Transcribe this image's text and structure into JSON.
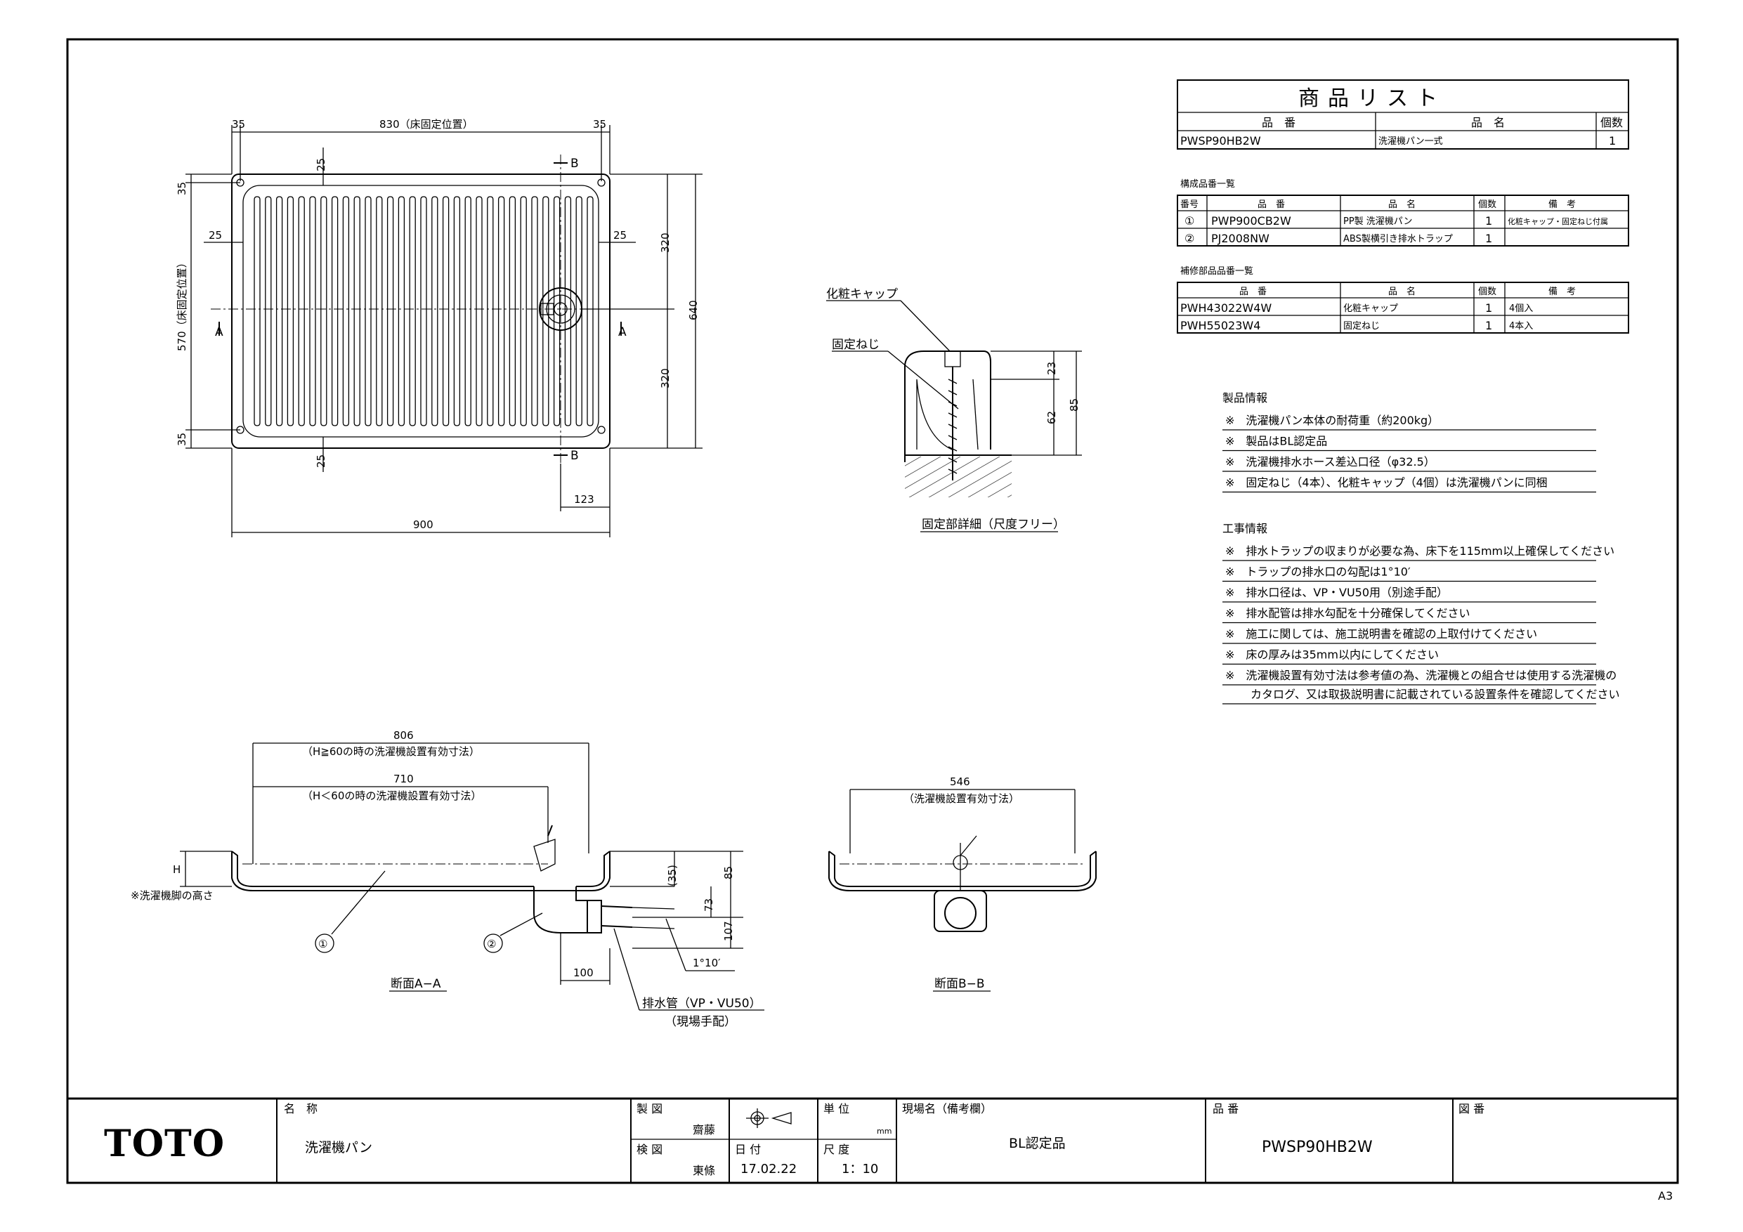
{
  "product_list": {
    "title": "商品リスト",
    "headers": {
      "code": "品　番",
      "name": "品　名",
      "qty": "個数"
    },
    "row": {
      "code": "PWSP90HB2W",
      "name": "洗濯機パン一式",
      "qty": "1"
    }
  },
  "components": {
    "title": "構成品番一覧",
    "headers": {
      "no": "番号",
      "code": "品　番",
      "name": "品　名",
      "qty": "個数",
      "remarks": "備　考"
    },
    "rows": [
      {
        "no": "①",
        "code": "PWP900CB2W",
        "name": "PP製 洗濯機パン",
        "qty": "1",
        "remarks": "化粧キャップ・固定ねじ付属"
      },
      {
        "no": "②",
        "code": "PJ2008NW",
        "name": "ABS製横引き排水トラップ",
        "qty": "1",
        "remarks": ""
      }
    ]
  },
  "repair_parts": {
    "title": "補修部品品番一覧",
    "headers": {
      "code": "品　番",
      "name": "品　名",
      "qty": "個数",
      "remarks": "備　考"
    },
    "rows": [
      {
        "code": "PWH43022W4W",
        "name": "化粧キャップ",
        "qty": "1",
        "remarks": "4個入"
      },
      {
        "code": "PWH55023W4",
        "name": "固定ねじ",
        "qty": "1",
        "remarks": "4本入"
      }
    ]
  },
  "product_info": {
    "title": "製品情報",
    "items": [
      "洗濯機パン本体の耐荷重（約200kg）",
      "製品はBL認定品",
      "洗濯機排水ホース差込口径（φ32.5）",
      "固定ねじ（4本）、化粧キャップ（4個）は洗濯機パンに同梱"
    ]
  },
  "construction_info": {
    "title": "工事情報",
    "items": [
      "排水トラップの収まりが必要な為、床下を115mm以上確保してください",
      "トラップの排水口の勾配は1°10′",
      "排水口径は、VP・VU50用（別途手配）",
      "排水配管は排水勾配を十分確保してください",
      "施工に関しては、施工説明書を確認の上取付けてください",
      "床の厚みは35mm以内にしてください",
      "洗濯機設置有効寸法は参考値の為、洗濯機との組合せは使用する洗濯機の"
    ],
    "continuation": "カタログ、又は取扱説明書に記載されている設置条件を確認してください"
  },
  "plan_view": {
    "dim_top_left": "35",
    "dim_top_center": "830（床固定位置）",
    "dim_top_right": "35",
    "dim_left_top": "35",
    "dim_left_center": "570（床固定位置）",
    "dim_left_bottom": "35",
    "dim_inner_top": "25",
    "dim_inner_bottom": "25",
    "dim_inner_left": "25",
    "dim_inner_right": "25",
    "dim_right_upper": "320",
    "dim_right_lower": "320",
    "dim_right_total": "640",
    "dim_drain_offset": "123",
    "dim_total_width": "900",
    "section_a": "A",
    "section_b": "B"
  },
  "fixing_detail": {
    "label_cap": "化粧キャップ",
    "label_screw": "固定ねじ",
    "dim_23": "23",
    "dim_62": "62",
    "dim_85": "85",
    "caption": "固定部詳細（尺度フリー）"
  },
  "section_aa": {
    "dim_806": "806",
    "note_806": "（H≧60の時の洗濯機設置有効寸法）",
    "dim_710": "710",
    "note_710": "（H＜60の時の洗濯機設置有効寸法）",
    "h_label": "H",
    "h_note": "※洗濯機脚の高さ",
    "dim_35": "(35)",
    "dim_85": "85",
    "dim_73": "73",
    "dim_107": "107",
    "dim_100": "100",
    "slope": "1°10′",
    "pipe_label": "排水管（VP・VU50）",
    "pipe_note": "（現場手配）",
    "callout_1": "①",
    "callout_2": "②",
    "caption": "断面A−A"
  },
  "section_bb": {
    "dim_546": "546",
    "note_546": "（洗濯機設置有効寸法）",
    "caption": "断面B−B"
  },
  "title_block": {
    "logo": "TOTO",
    "name_label": "名　称",
    "name_value": "洗濯機パン",
    "drawn_label": "製 図",
    "drawn_by": "齋藤",
    "checked_label": "検 図",
    "checked_by": "東條",
    "unit_label": "単 位",
    "unit_value": "mm",
    "date_label": "日 付",
    "date_value": "17.02.22",
    "scale_label": "尺 度",
    "scale_value": "1：10",
    "site_label": "現場名（備考欄）",
    "site_value": "BL認定品",
    "code_label": "品 番",
    "code_value": "PWSP90HB2W",
    "drawing_no_label": "図 番",
    "sheet_size": "A3"
  }
}
